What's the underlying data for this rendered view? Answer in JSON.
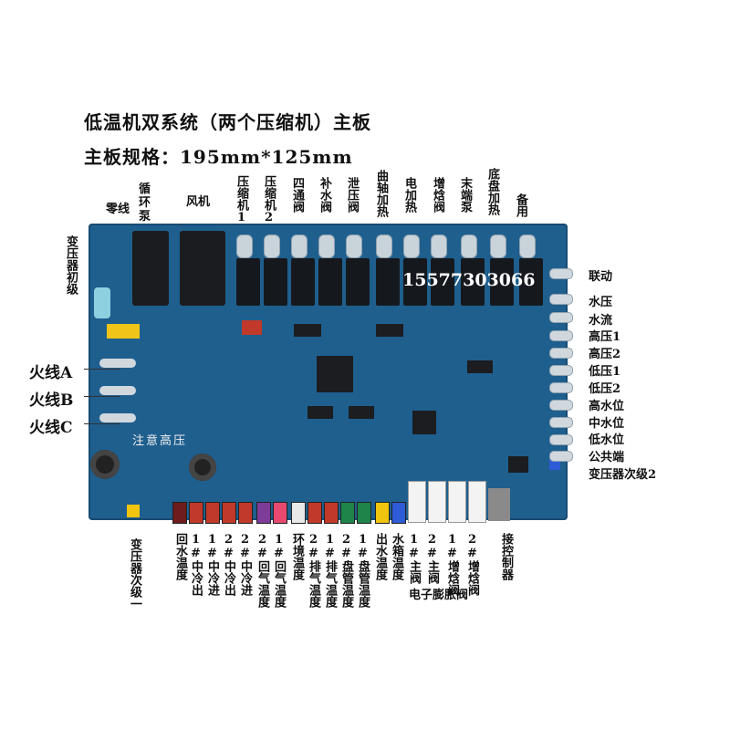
{
  "title": "低温机双系统（两个压缩机）主板",
  "spec": "主板规格：195mm*125mm",
  "phone": "15577303066",
  "board_warning": "注意高压",
  "top_labels": [
    {
      "text": "零线"
    },
    {
      "text": "循环泵"
    },
    {
      "text": "风机"
    },
    {
      "text": "压缩机1"
    },
    {
      "text": "压缩机2"
    },
    {
      "text": "四通阀"
    },
    {
      "text": "补水阀"
    },
    {
      "text": "泄压阀"
    },
    {
      "text": "曲轴加热"
    },
    {
      "text": "电加热"
    },
    {
      "text": "增焓阀"
    },
    {
      "text": "末端泵"
    },
    {
      "text": "底盘加热"
    },
    {
      "text": "备用"
    }
  ],
  "left_labels": {
    "transformer_primary": "变压器初级",
    "fire_a": "火线A",
    "fire_b": "火线B",
    "fire_c": "火线C"
  },
  "right_labels": [
    "联动",
    "水压",
    "水流",
    "高压1",
    "高压2",
    "低压1",
    "低压2",
    "高水位",
    "中水位",
    "低水位",
    "公共端",
    "变压器次级2"
  ],
  "bottom_labels": [
    {
      "text": "变压器次级一"
    },
    {
      "text": "回水温度"
    },
    {
      "text": "1#中冷出"
    },
    {
      "text": "1#中冷进"
    },
    {
      "text": "2#中冷出"
    },
    {
      "text": "2#中冷进"
    },
    {
      "text": "2#回气温度"
    },
    {
      "text": "1#回气温度"
    },
    {
      "text": "环境温度"
    },
    {
      "text": "2#排气温度"
    },
    {
      "text": "1#排气温度"
    },
    {
      "text": "2#盘管温度"
    },
    {
      "text": "1#盘管温度"
    },
    {
      "text": "出水温度"
    },
    {
      "text": "水箱温度"
    },
    {
      "text": "1#主阀"
    },
    {
      "text": "2#主阀"
    },
    {
      "text": "1#增焓阀"
    },
    {
      "text": "2#增焓阀"
    },
    {
      "text": "接控制器"
    }
  ],
  "bottom_group_label": "电子膨胀阀",
  "colors": {
    "board": "#1f5f8e",
    "relay": "#15191e",
    "connector_red": "#c0392b",
    "connector_purple": "#7d3c98",
    "connector_pink": "#e84a6f",
    "connector_green": "#1e8449",
    "connector_yellow": "#f1c40f",
    "connector_blue": "#2e5bd6",
    "connector_dark_red": "#6e1c1c"
  }
}
